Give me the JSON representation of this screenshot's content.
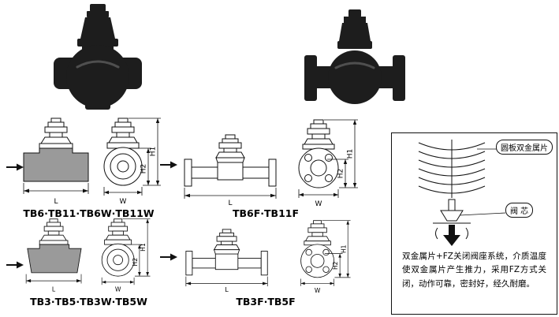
{
  "colors": {
    "background": "#ffffff",
    "line": "#111111",
    "photo_silhouette": "#1d1d1d",
    "body_shading": "#9a9a9a"
  },
  "dims": {
    "h1": "H1",
    "h2": "H2",
    "length": "L",
    "width": "W"
  },
  "series": {
    "row1_threaded": "TB6·TB11·TB6W·TB11W",
    "row1_flanged": "TB6F·TB11F",
    "row2_threaded": "TB3·TB5·TB3W·TB5W",
    "row2_flanged": "TB3F·TB5F"
  },
  "detail_box": {
    "callout_disc": "圆板双金属片",
    "callout_core": "阀 芯",
    "description": "双金属片+FZ关闭阀座系统，介质温度使双金属片产生推力，采用FZ方式关闭，动作可靠，密封好，经久耐磨。"
  }
}
